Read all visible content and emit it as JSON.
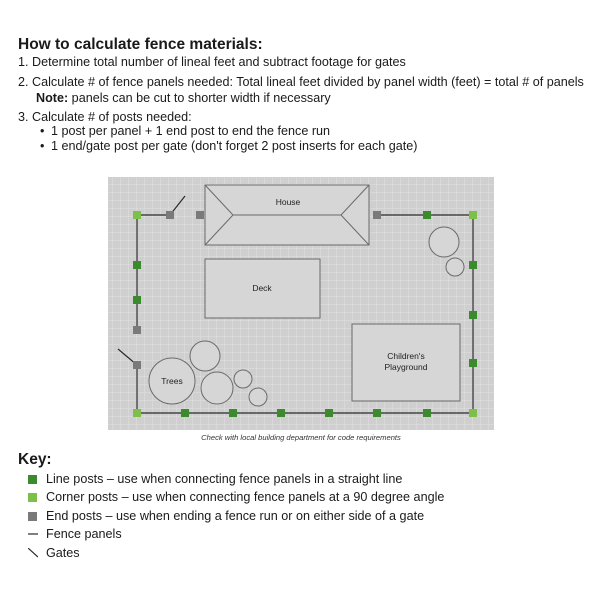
{
  "heading": "How to calculate fence materials:",
  "steps": {
    "s1": "1. Determine total number of lineal feet and subtract footage for gates",
    "s2": "2. Calculate # of fence panels needed: Total lineal feet divided by panel width (feet) = total # of panels",
    "s2_note_label": "Note:",
    "s2_note_text": " panels can be cut to shorter width if necessary",
    "s3": "3. Calculate # of posts needed:",
    "s3_b1": "1 post per panel + 1 end post to end the fence run",
    "s3_b2": "1 end/gate post per gate (don't forget 2 post inserts for each gate)"
  },
  "diagram": {
    "house": "House",
    "deck": "Deck",
    "playground_1": "Children's",
    "playground_2": "Playground",
    "trees": "Trees"
  },
  "caption": "Check with local building department for code requirements",
  "key": {
    "title": "Key:",
    "line_posts": "Line posts – use when connecting fence panels in a straight line",
    "corner_posts": "Corner posts – use when connecting fence panels at a 90 degree angle",
    "end_posts": "End posts – use when ending a fence run or on either side of a gate",
    "fence_panels": "Fence panels",
    "gates": "Gates"
  },
  "colors": {
    "line_post": "#3c8a2e",
    "corner_post": "#7cc04a",
    "end_post": "#7a7a7a",
    "grid_bg": "#cfcfcf",
    "grid_line": "#e4e4e4",
    "structure_fill": "#d6d6d6",
    "structure_stroke": "#6a6a6a",
    "fence_line": "#2a2a2a"
  }
}
